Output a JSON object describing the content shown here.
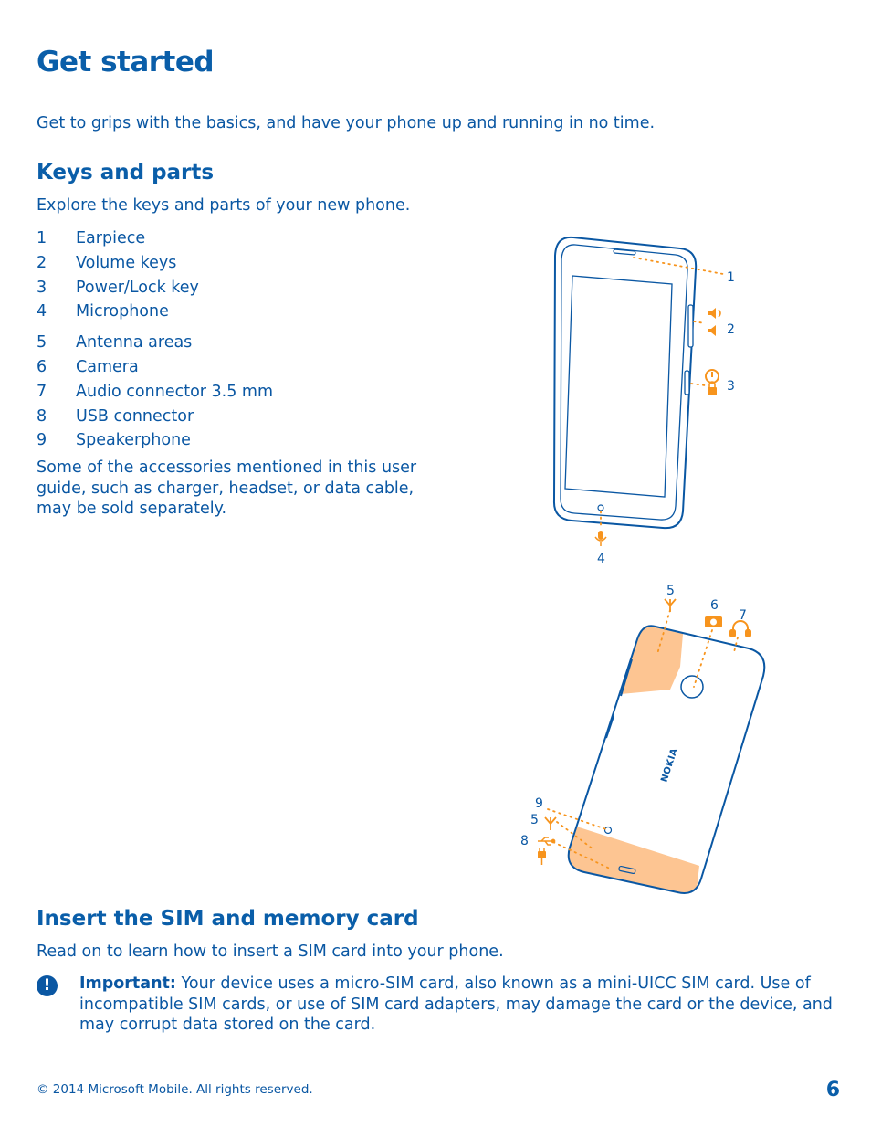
{
  "title": "Get started",
  "intro": "Get to grips with the basics, and have your phone up and running in no time.",
  "keys_section": {
    "heading": "Keys and parts",
    "lead": "Explore the keys and parts of your new phone.",
    "parts": [
      {
        "num": "1",
        "label": "Earpiece"
      },
      {
        "num": "2",
        "label": "Volume keys"
      },
      {
        "num": "3",
        "label": "Power/Lock key"
      },
      {
        "num": "4",
        "label": "Microphone"
      },
      {
        "num": "5",
        "label": "Antenna areas"
      },
      {
        "num": "6",
        "label": "Camera"
      },
      {
        "num": "7",
        "label": "Audio connector 3.5 mm"
      },
      {
        "num": "8",
        "label": "USB connector"
      },
      {
        "num": "9",
        "label": "Speakerphone"
      }
    ],
    "note": "Some of the accessories mentioned in this user guide, such as charger, headset, or data cable, may be sold separately."
  },
  "figure": {
    "callouts": [
      "1",
      "2",
      "3",
      "4",
      "5",
      "6",
      "7",
      "9",
      "5",
      "8"
    ],
    "brand_mark": "NOKIA",
    "colors": {
      "outline": "#0a57a3",
      "callout": "#f7941d",
      "antenna_fill": "#fdc592"
    }
  },
  "sim_section": {
    "heading": "Insert the SIM and memory card",
    "lead": "Read on to learn how to insert a SIM card into your phone.",
    "important_label": "Important:",
    "important_text": " Your device uses a micro-SIM card, also known as a mini-UICC SIM card. Use of incompatible SIM cards, or use of SIM card adapters, may damage the card or the device, and may corrupt data stored on the card.",
    "important_icon": "!"
  },
  "footer": {
    "copyright": "© 2014 Microsoft Mobile. All rights reserved.",
    "page_number": "6"
  }
}
